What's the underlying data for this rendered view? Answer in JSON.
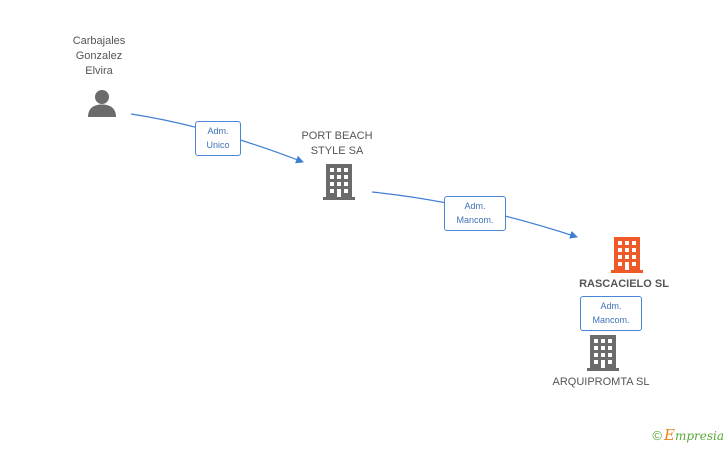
{
  "nodes": {
    "person": {
      "lines": [
        "Carbajales",
        "Gonzalez",
        "Elvira"
      ],
      "icon": "person-icon"
    },
    "port_beach": {
      "lines": [
        "PORT BEACH",
        "STYLE SA"
      ],
      "icon": "building-icon"
    },
    "rascacielo": {
      "lines": [
        "RASCACIELO SL"
      ],
      "icon": "building-icon",
      "color": "#f05a28"
    },
    "arquipromta": {
      "lines": [
        "ARQUIPROMTA SL"
      ],
      "icon": "building-icon"
    }
  },
  "relations": {
    "r1": {
      "line1": "Adm.",
      "line2": "Unico"
    },
    "r2": {
      "line1": "Adm.",
      "line2": "Mancom."
    },
    "r3": {
      "line1": "Adm.",
      "line2": "Mancom."
    }
  },
  "colors": {
    "edge": "#3f7fd3",
    "node_icon": "#6b6b6b",
    "highlight_icon": "#f05a28"
  },
  "footer": {
    "copyright": "©",
    "brand_e": "E",
    "brand_rest": "mpresia"
  }
}
